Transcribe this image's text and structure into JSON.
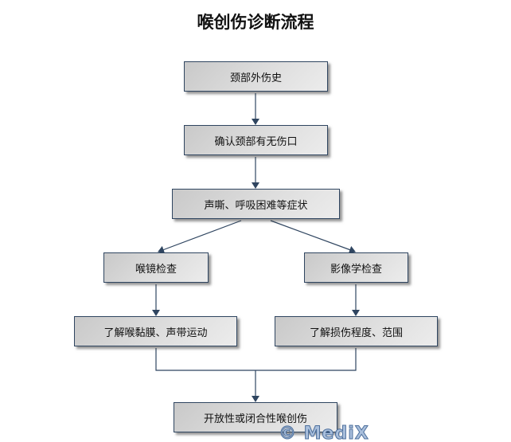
{
  "title": "喉创伤诊断流程",
  "nodes": {
    "n1": "颈部外伤史",
    "n2": "确认颈部有无伤口",
    "n3": "声嘶、呼吸困难等症状",
    "n4": "喉镜检查",
    "n5": "影像学检查",
    "n6": "了解喉黏膜、声带运动",
    "n7": "了解损伤程度、范围",
    "n8": "开放性或闭合性喉创伤"
  },
  "watermark": "© MediX",
  "colors": {
    "stroke": "#2f4560",
    "box": "#dedede"
  }
}
